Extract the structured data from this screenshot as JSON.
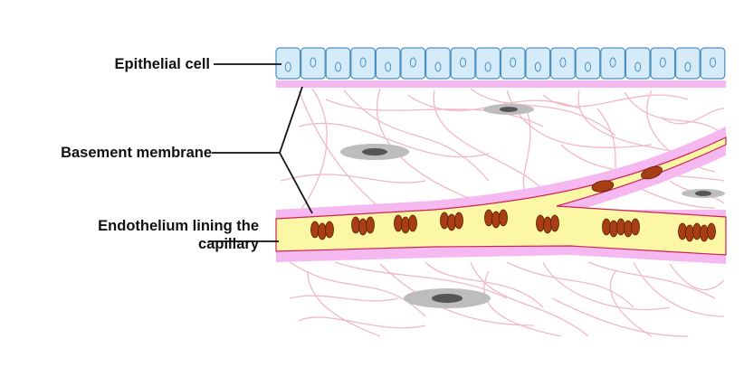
{
  "labels": {
    "epithelial_cell": "Epithelial cell",
    "basement_membrane": "Basement membrane",
    "endothelium_line1": "Endothelium lining the",
    "endothelium_line2": "capillary"
  },
  "colors": {
    "epithelial_fill": "#d6ebf9",
    "epithelial_stroke": "#4a8fc2",
    "membrane_pink": "#f6b8f0",
    "capillary_fill": "#fbf7a4",
    "capillary_edge": "#cc2255",
    "fiber": "#f1b9c4",
    "rbc": "#a83e14",
    "fibroblast": "#bdbdbd",
    "fibroblast_nucleus": "#555555",
    "leader_line": "#111111"
  }
}
